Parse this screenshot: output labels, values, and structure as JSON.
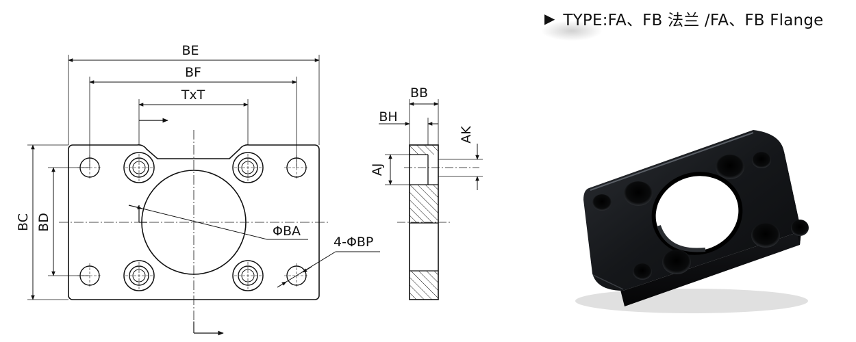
{
  "header": {
    "bullet_icon": "play-triangle-icon",
    "title": "TYPE:FA、FB 法兰 /FA、FB Flange"
  },
  "front_view": {
    "dims": {
      "be": "BE",
      "bf": "BF",
      "txt": "TxT",
      "bc": "BC",
      "bd": "BD",
      "ba": "ΦBA",
      "bp": "4-ΦBP"
    }
  },
  "side_view": {
    "dims": {
      "bb": "BB",
      "bh": "BH",
      "ak": "AK",
      "aj": "AJ"
    }
  },
  "photo": {
    "subject": "black-flange-plate-photo"
  }
}
